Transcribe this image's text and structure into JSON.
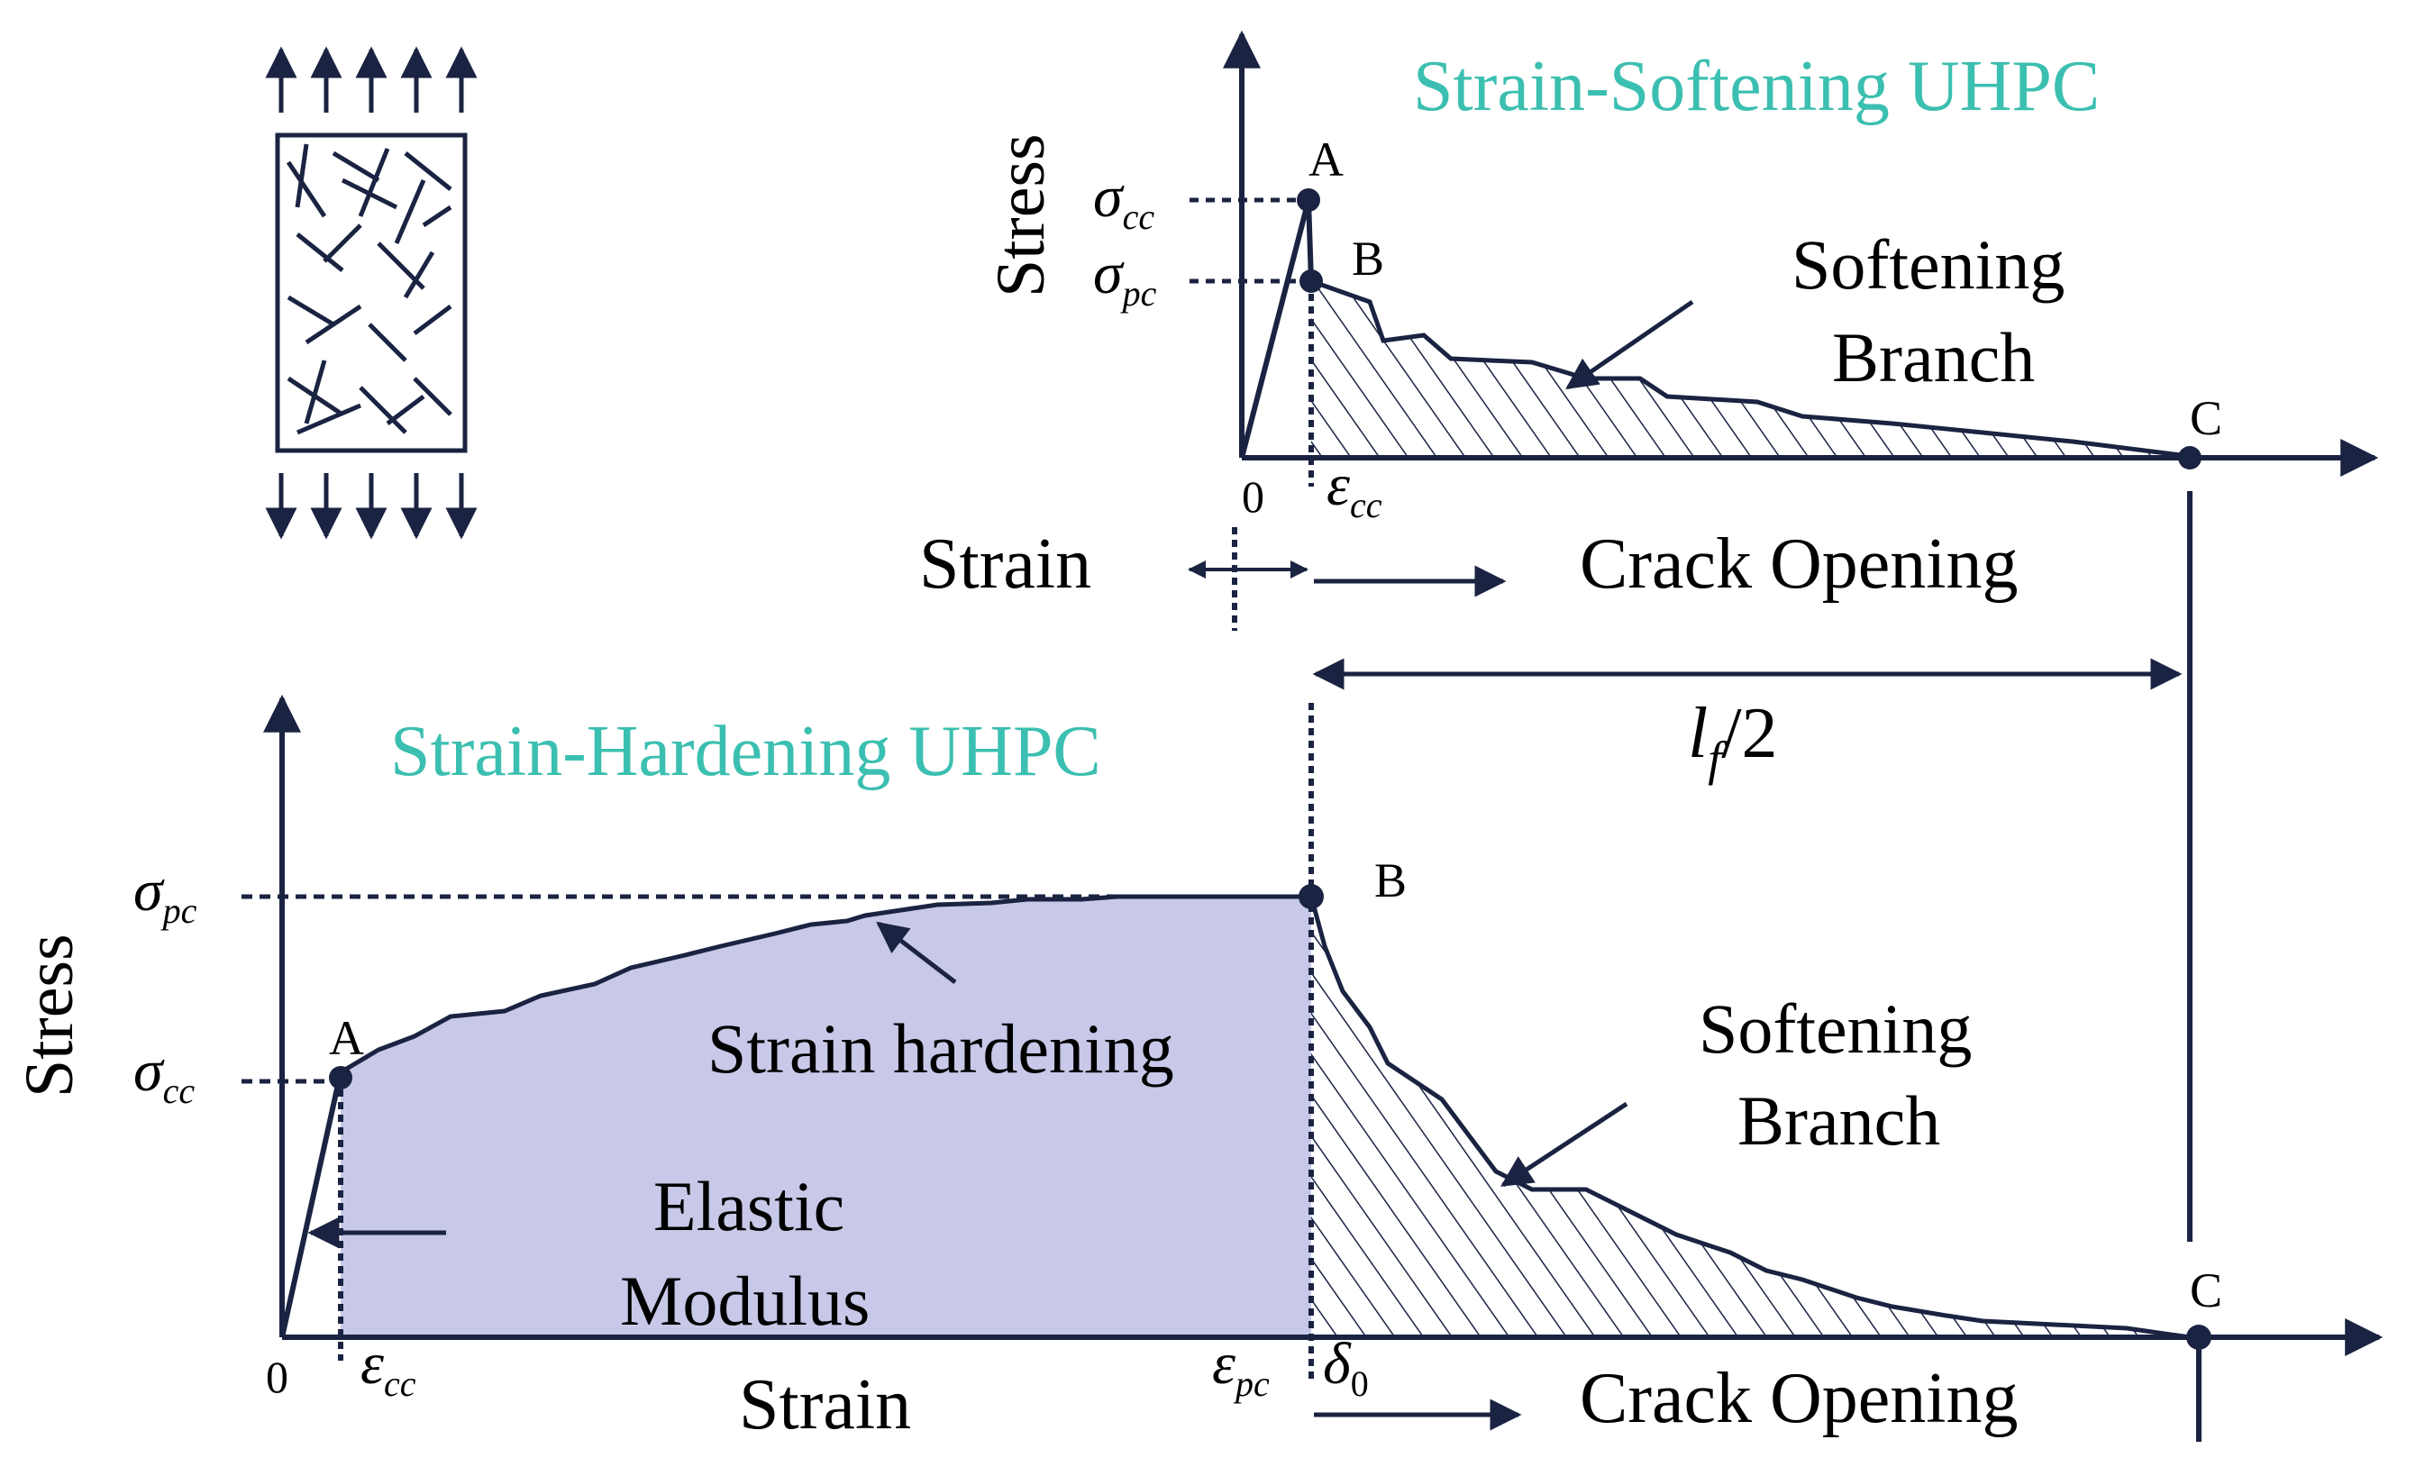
{
  "titles": {
    "softening": "Strain-Softening UHPC",
    "hardening": "Strain-Hardening UHPC"
  },
  "colors": {
    "title_teal": "#3bbfb0",
    "ink": "#1a2341",
    "hardening_fill": "#c8c8e8"
  },
  "top_plot": {
    "ylabel": "Stress",
    "sigma_cc": {
      "main": "σ",
      "sub": "cc"
    },
    "sigma_pc": {
      "main": "σ",
      "sub": "pc"
    },
    "point_a": "A",
    "point_b": "B",
    "point_c": "C",
    "origin": "0",
    "eps_cc": {
      "main": "ε",
      "sub": "cc"
    },
    "softening_label_1": "Softening",
    "softening_label_2": "Branch"
  },
  "middle": {
    "strain": "Strain",
    "crack_opening": "Crack Opening",
    "lf_half": {
      "main": "l",
      "sub": "f",
      "tail": "/2"
    }
  },
  "bottom_plot": {
    "ylabel": "Stress",
    "sigma_pc": {
      "main": "σ",
      "sub": "pc"
    },
    "sigma_cc": {
      "main": "σ",
      "sub": "cc"
    },
    "point_a": "A",
    "point_b": "B",
    "point_c": "C",
    "origin": "0",
    "strain_hardening": "Strain hardening",
    "elastic_1": "Elastic",
    "elastic_2": "Modulus",
    "softening_label_1": "Softening",
    "softening_label_2": "Branch",
    "eps_cc": {
      "main": "ε",
      "sub": "cc"
    },
    "eps_pc": {
      "main": "ε",
      "sub": "pc"
    },
    "delta_0": {
      "main": "δ",
      "sub": "0"
    },
    "strain": "Strain",
    "crack_opening": "Crack Opening"
  }
}
